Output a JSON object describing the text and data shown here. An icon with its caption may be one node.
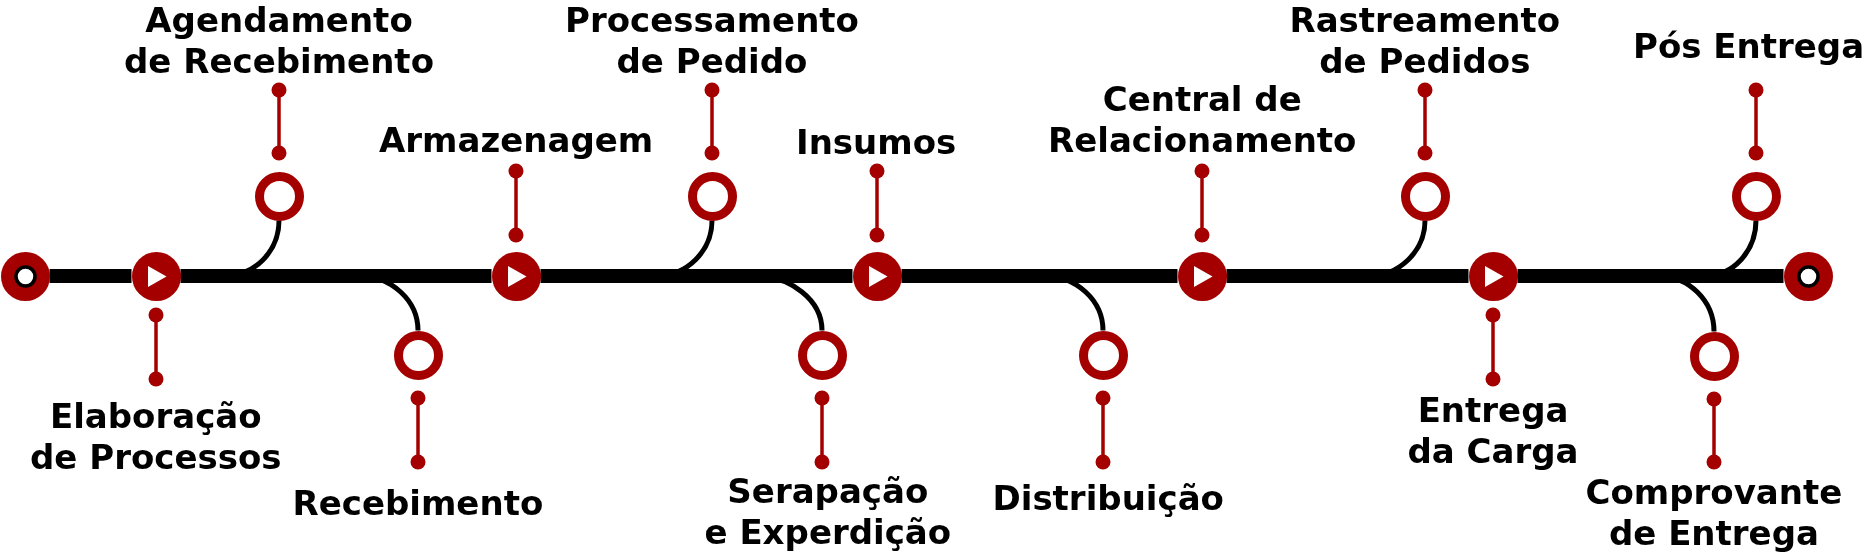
{
  "diagram": {
    "nodes": [
      {
        "text": [],
        "shape": "circle"
      },
      {
        "text": [],
        "shape": "circle"
      },
      {
        "text": [
          "Elaboração de Processos"
        ]
      },
      {
        "text": [
          "Agendamento de Recebimento"
        ]
      },
      {
        "text": [],
        "shape": "ring"
      },
      {
        "text": [],
        "shape": "ring"
      },
      {
        "text": [
          "Recebimento"
        ]
      },
      {
        "text": [
          "Armazenagem"
        ]
      },
      {
        "text": [],
        "shape": "circle"
      },
      {
        "text": [
          "Processamento de Pedido"
        ]
      },
      {
        "text": [],
        "shape": "ring"
      },
      {
        "text": [],
        "shape": "ring"
      },
      {
        "text": [
          "Serapação e Experdição"
        ]
      },
      {
        "text": [
          "Insumos"
        ]
      },
      {
        "text": [],
        "shape": "circle"
      },
      {
        "text": [],
        "shape": "ring"
      },
      {
        "text": [
          "Distribuição"
        ]
      },
      {
        "text": [
          "Central de Relacionamento"
        ]
      },
      {
        "text": [],
        "shape": "circle"
      },
      {
        "text": [
          "Rastreamento de Pedidos"
        ]
      },
      {
        "text": [],
        "shape": "ring"
      },
      {
        "text": [],
        "shape": "circle"
      },
      {
        "text": [
          "Entrega da Carga"
        ]
      },
      {
        "text": [],
        "shape": "ring"
      },
      {
        "text": [
          "Comprovante de Entrega"
        ]
      },
      {
        "text": [
          "Pós Entrega"
        ]
      },
      {
        "text": [],
        "shape": "ring"
      },
      {
        "text": [],
        "shape": "circle"
      }
    ],
    "edges": [
      {
        "from": 0,
        "to": 1,
        "arrow": "none",
        "style": "thick"
      },
      {
        "from": 1,
        "to": 8,
        "arrow": "none",
        "style": "thick"
      },
      {
        "from": 8,
        "to": 14,
        "arrow": "none",
        "style": "thick"
      },
      {
        "from": 14,
        "to": 18,
        "arrow": "none",
        "style": "thick"
      },
      {
        "from": 18,
        "to": 21,
        "arrow": "none",
        "style": "thick"
      },
      {
        "from": 21,
        "to": 27,
        "arrow": "none",
        "style": "thick"
      },
      {
        "from": 1,
        "to": 4,
        "arrow": "none"
      },
      {
        "from": 1,
        "to": 5,
        "arrow": "none"
      },
      {
        "from": 8,
        "to": 10,
        "arrow": "none"
      },
      {
        "from": 8,
        "to": 11,
        "arrow": "none"
      },
      {
        "from": 14,
        "to": 15,
        "arrow": "none"
      },
      {
        "from": 18,
        "to": 20,
        "arrow": "none"
      },
      {
        "from": 21,
        "to": 23,
        "arrow": "none"
      },
      {
        "from": 21,
        "to": 26,
        "arrow": "none"
      },
      {
        "from": 2,
        "to": 1,
        "arrow": "other",
        "color": "#a50000"
      },
      {
        "from": 3,
        "to": 4,
        "arrow": "other",
        "color": "#a50000"
      },
      {
        "from": 6,
        "to": 5,
        "arrow": "other",
        "color": "#a50000"
      },
      {
        "from": 7,
        "to": 8,
        "arrow": "other",
        "color": "#a50000"
      },
      {
        "from": 9,
        "to": 10,
        "arrow": "other",
        "color": "#a50000"
      },
      {
        "from": 12,
        "to": 11,
        "arrow": "other",
        "color": "#a50000"
      },
      {
        "from": 13,
        "to": 14,
        "arrow": "other",
        "color": "#a50000"
      },
      {
        "from": 16,
        "to": 15,
        "arrow": "other",
        "color": "#a50000"
      },
      {
        "from": 17,
        "to": 18,
        "arrow": "other",
        "color": "#a50000"
      },
      {
        "from": 19,
        "to": 20,
        "arrow": "other",
        "color": "#a50000"
      },
      {
        "from": 22,
        "to": 21,
        "arrow": "other",
        "color": "#a50000"
      },
      {
        "from": 24,
        "to": 23,
        "arrow": "other",
        "color": "#a50000"
      },
      {
        "from": 25,
        "to": 26,
        "arrow": "other",
        "color": "#a50000"
      }
    ]
  }
}
